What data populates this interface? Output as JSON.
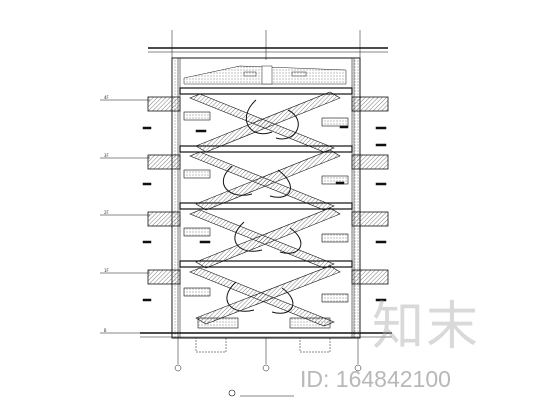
{
  "drawing": {
    "levels": [
      "4F",
      "3F",
      "2F",
      "1F",
      "B"
    ],
    "caption": "",
    "watermark_brand": "知末",
    "watermark_id_prefix": "ID: ",
    "watermark_id_number": "164842100",
    "colors": {
      "line": "#1a1a1a",
      "hatch": "#4a4a4a",
      "background": "#ffffff"
    }
  }
}
